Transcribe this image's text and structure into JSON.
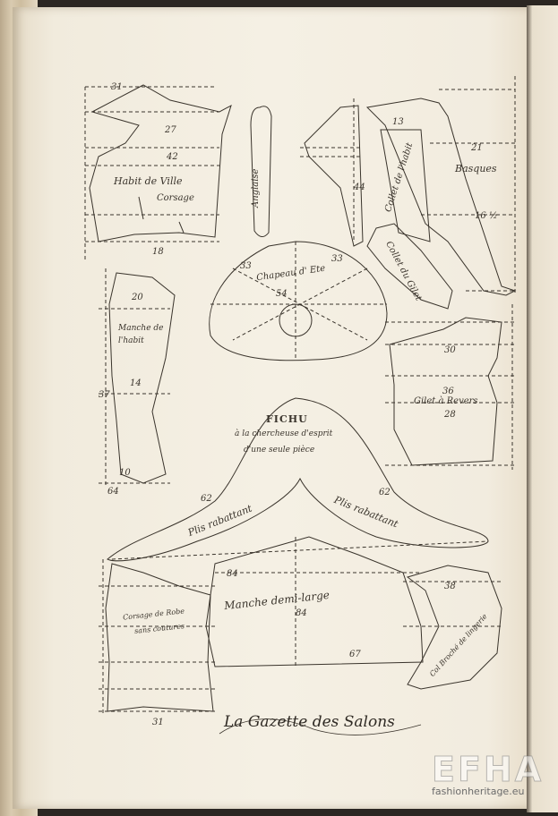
{
  "plate": {
    "labels": {
      "habit_de_ville": "Habit de Ville",
      "corsage": "Corsage",
      "anglaise": "Anglaise",
      "collet_de_l_habit": "Collet de l'habit",
      "basques": "Basques",
      "collet_du_gilet": "Collet du Gilet",
      "chapeau_d_ete": "Chapeau d' Ete",
      "manche_de_l_habit": "Manche de l'habit",
      "gilet_a_revers": "Gilet à Revers",
      "fichu_title": "FICHU",
      "fichu_sub1": "à la chercheuse d'esprit",
      "fichu_sub2": "d'une seule pièce",
      "plis_rabattant_left": "Plis rabattant",
      "plis_rabattant_right": "Plis rabattant",
      "manche_demi_large": "Manche demi-large",
      "corsage_de_robe": "Corsage de Robe",
      "sans_coutures": "sans coutures",
      "col_broche": "Col Broché de lingerie"
    },
    "numbers": {
      "n1": "16 ½",
      "n2": "62",
      "n3": "62",
      "n4": "67",
      "n5": "84",
      "n6": "84",
      "n7": "31",
      "n8": "38",
      "n9": "33",
      "n10": "33",
      "n11": "54",
      "n12": "30",
      "n13": "36",
      "n14": "28",
      "n15": "20",
      "n16": "10",
      "n17": "14",
      "n18": "37",
      "n19": "64",
      "n20": "18",
      "n21": "21",
      "n22": "13",
      "n23": "31",
      "n24": "42",
      "n25": "27",
      "n26": "44"
    },
    "banner": "La Gazette des Salons",
    "watermark": {
      "logo": "EFHA",
      "url": "fashionheritage.eu"
    }
  }
}
